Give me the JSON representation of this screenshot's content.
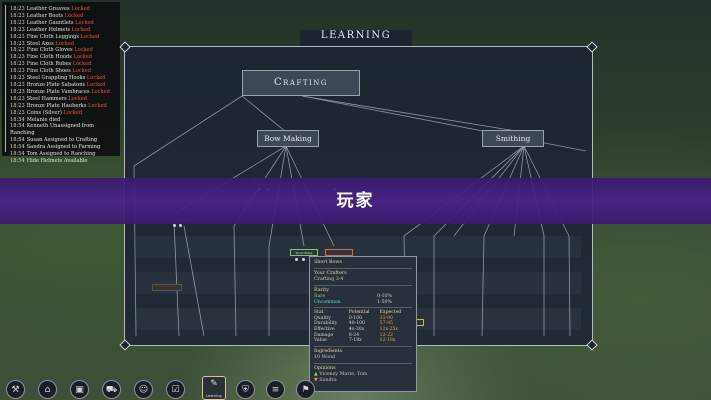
{
  "log": [
    {
      "time": "18:23",
      "text": "Leather Greaves",
      "status": "Locked"
    },
    {
      "time": "18:23",
      "text": "Leather Boots",
      "status": "Locked"
    },
    {
      "time": "18:23",
      "text": "Leather Gauntlets",
      "status": "Locked"
    },
    {
      "time": "18:23",
      "text": "Leather Helmets",
      "status": "Locked"
    },
    {
      "time": "18:23",
      "text": "Fine Cloth Leggings",
      "status": "Locked"
    },
    {
      "time": "18:23",
      "text": "Steel Axes",
      "status": "Locked"
    },
    {
      "time": "18:23",
      "text": "Fine Cloth Gloves",
      "status": "Locked"
    },
    {
      "time": "18:23",
      "text": "Fine Cloth Hoods",
      "status": "Locked"
    },
    {
      "time": "18:23",
      "text": "Fine Cloth Robes",
      "status": "Locked"
    },
    {
      "time": "18:23",
      "text": "Fine Cloth Shoes",
      "status": "Locked"
    },
    {
      "time": "18:23",
      "text": "Steel Grappling Hooks",
      "status": "Locked"
    },
    {
      "time": "18:23",
      "text": "Bronze Plate Sabatons",
      "status": "Locked"
    },
    {
      "time": "18:23",
      "text": "Bronze Plate Vambraces",
      "status": "Locked"
    },
    {
      "time": "18:23",
      "text": "Steel Hammers",
      "status": "Locked"
    },
    {
      "time": "18:23",
      "text": "Bronze Plate Hauberks",
      "status": "Locked"
    },
    {
      "time": "18:23",
      "text": "Coins (Silver)",
      "status": "Locked"
    },
    {
      "time": "18:54",
      "text": "Melanie died",
      "status": ""
    },
    {
      "time": "18:54",
      "text": "Kenneth Unassigned from Ranching",
      "status": ""
    },
    {
      "time": "18:54",
      "text": "Susan Assigned to Crafting",
      "status": ""
    },
    {
      "time": "18:54",
      "text": "Sandra Assigned to Farming",
      "status": ""
    },
    {
      "time": "18:54",
      "text": "Tom Assigned to Ranching",
      "status": ""
    },
    {
      "time": "18:54",
      "text": "Hide Helmets Available",
      "status": ""
    }
  ],
  "panel": {
    "title": "Learning"
  },
  "tree": {
    "root": "Crafting",
    "branches": [
      "Bow Making",
      "Smithing"
    ],
    "small_label": "Short Bows"
  },
  "banner": {
    "text": "玩家"
  },
  "tooltip": {
    "title": "Short Bows",
    "crafters_label": "Your Crafters",
    "crafters_value": "Crafting 3-4",
    "rarity_label": "Rarity",
    "rarity_rows": [
      {
        "name": "Rare",
        "value": "0-10%",
        "cls": "green"
      },
      {
        "name": "Uncommon",
        "value": "1-50%",
        "cls": "cyan"
      }
    ],
    "stats_header": [
      "Stat",
      "Potential",
      "Expected"
    ],
    "stats": [
      [
        "Quality",
        "0-100",
        "33-90"
      ],
      [
        "Durability",
        "40-100",
        "57-95"
      ],
      [
        "Effective",
        "4x-30x",
        "12x-25x"
      ],
      [
        "Damage",
        "8-24",
        "12-22"
      ],
      [
        "Value",
        "7-18x",
        "12-18x"
      ]
    ],
    "ingredients_label": "Ingredients",
    "ingredients_value": "10 Wood",
    "opinions_label": "Opinions",
    "opinions": [
      "Vicenzy Marie, Tom",
      "Sandra"
    ]
  },
  "toolbar": {
    "selected_label": "Learning",
    "buttons": [
      {
        "name": "hammer-icon",
        "glyph": "⚒"
      },
      {
        "name": "house-icon",
        "glyph": "⌂"
      },
      {
        "name": "storage-icon",
        "glyph": "▣"
      },
      {
        "name": "cart-icon",
        "glyph": "⛟"
      },
      {
        "name": "people-icon",
        "glyph": "☺"
      },
      {
        "name": "checklist-icon",
        "glyph": "☑"
      },
      {
        "name": "shield-icon",
        "glyph": "⛨"
      },
      {
        "name": "scroll-icon",
        "glyph": "≡"
      },
      {
        "name": "map-icon",
        "glyph": "⚑"
      }
    ]
  }
}
